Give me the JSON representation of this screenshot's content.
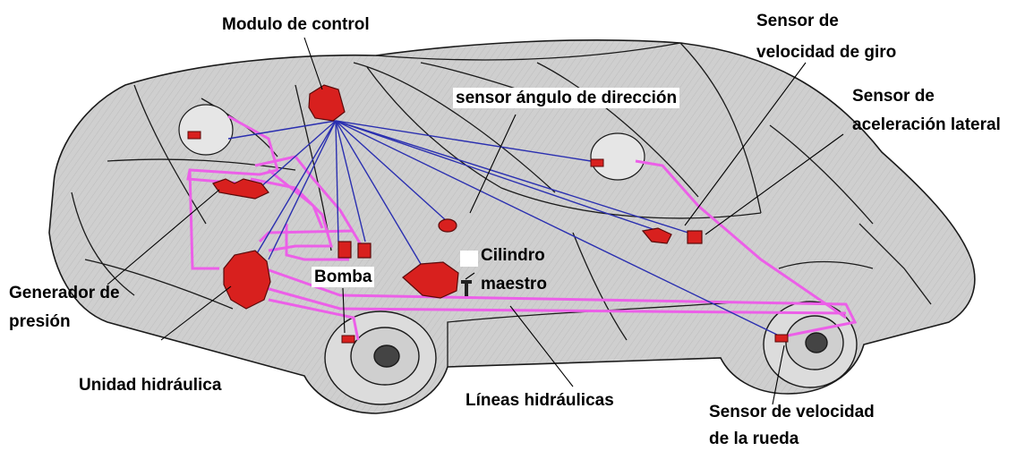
{
  "diagram": {
    "colors": {
      "car_fill": "#cfcfcf",
      "car_outline": "#1a1a1a",
      "component": "#d8201e",
      "hydraulic_line": "#ec5fe8",
      "signal_wire": "#2a2fb0"
    },
    "labels": {
      "control_module": "Modulo de control",
      "yaw_rate_sensor_1": "Sensor de",
      "yaw_rate_sensor_2": "velocidad de giro",
      "steering_angle_sensor": "sensor ángulo de dirección",
      "lateral_accel_sensor_1": "Sensor de",
      "lateral_accel_sensor_2": "aceleración lateral",
      "pressure_generator_1": "Generador de",
      "pressure_generator_2": "presión",
      "pump": "Bomba",
      "master_cylinder_1": "Cilindro",
      "master_cylinder_2": "maestro",
      "hydraulic_unit": "Unidad hidráulica",
      "hydraulic_lines": "Líneas hidráulicas",
      "wheel_speed_sensor_1": "Sensor de velocidad",
      "wheel_speed_sensor_2": "de la rueda"
    }
  }
}
